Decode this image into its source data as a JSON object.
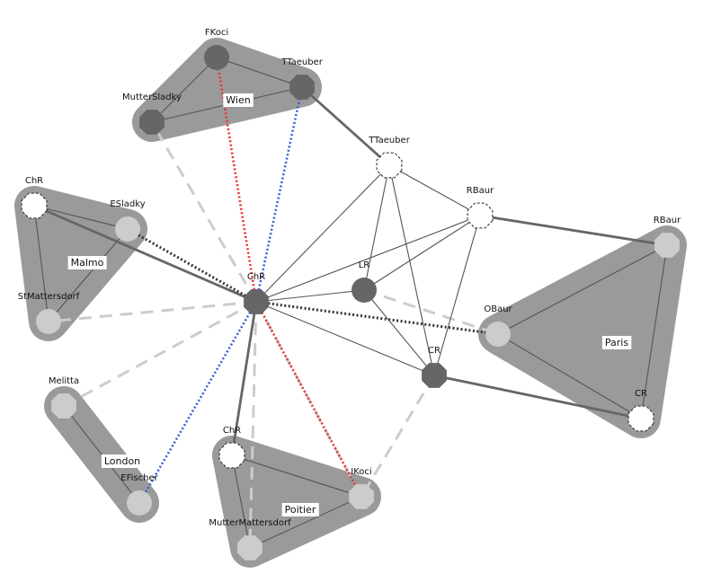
{
  "colors": {
    "group_fill": "#9a9a9a",
    "node_dark": "#666666",
    "node_light": "#cccccc",
    "node_white": "#ffffff",
    "edge_thin": "#555555",
    "edge_thick": "#666666",
    "edge_dashed_gray": "#cccccc",
    "edge_red_dotted": "#e8322f",
    "edge_blue_dotted": "#3a5fd9",
    "edge_black_dotted": "#333333"
  },
  "groups": [
    {
      "id": "wien",
      "label": "Wien",
      "members": [
        "fkoci",
        "ttaeuber_w",
        "muttersladky"
      ]
    },
    {
      "id": "malmo",
      "label": "Malmo",
      "members": [
        "chr_m",
        "esladky",
        "stmattersdorf"
      ]
    },
    {
      "id": "london",
      "label": "London",
      "members": [
        "melitta",
        "efischer"
      ]
    },
    {
      "id": "poitier",
      "label": "Poitier",
      "members": [
        "chr_p",
        "ikoci",
        "muttermattersdorf"
      ]
    },
    {
      "id": "paris",
      "label": "Paris",
      "members": [
        "obaur",
        "rbaur_p",
        "cr_p"
      ]
    }
  ],
  "nodes": [
    {
      "id": "fkoci",
      "label": "FKoci",
      "style": "dark",
      "shape": "circle"
    },
    {
      "id": "ttaeuber_w",
      "label": "TTaeuber",
      "style": "dark",
      "shape": "octagon"
    },
    {
      "id": "muttersladky",
      "label": "MutterSladky",
      "style": "dark",
      "shape": "octagon"
    },
    {
      "id": "ttaeuber_c",
      "label": "TTaeuber",
      "style": "white",
      "shape": "octagon"
    },
    {
      "id": "rbaur_c",
      "label": "RBaur",
      "style": "white",
      "shape": "octagon"
    },
    {
      "id": "chr_m",
      "label": "ChR",
      "style": "white",
      "shape": "octagon"
    },
    {
      "id": "esladky",
      "label": "ESladky",
      "style": "light",
      "shape": "circle"
    },
    {
      "id": "stmattersdorf",
      "label": "StMattersdorf",
      "style": "light",
      "shape": "circle"
    },
    {
      "id": "chr_center",
      "label": "ChR",
      "style": "dark",
      "shape": "octagon"
    },
    {
      "id": "lr",
      "label": "LR",
      "style": "dark",
      "shape": "circle"
    },
    {
      "id": "cr_c",
      "label": "CR",
      "style": "dark",
      "shape": "octagon"
    },
    {
      "id": "obaur",
      "label": "OBaur",
      "style": "light",
      "shape": "circle"
    },
    {
      "id": "rbaur_p",
      "label": "RBaur",
      "style": "light",
      "shape": "octagon"
    },
    {
      "id": "cr_p",
      "label": "CR",
      "style": "white",
      "shape": "octagon"
    },
    {
      "id": "melitta",
      "label": "Melitta",
      "style": "light",
      "shape": "octagon"
    },
    {
      "id": "efischer",
      "label": "EFischer",
      "style": "light",
      "shape": "circle"
    },
    {
      "id": "chr_p",
      "label": "ChR",
      "style": "white",
      "shape": "octagon"
    },
    {
      "id": "ikoci",
      "label": "IKoci",
      "style": "light",
      "shape": "octagon"
    },
    {
      "id": "muttermattersdorf",
      "label": "MutterMattersdorf",
      "style": "light",
      "shape": "octagon"
    }
  ],
  "edges": [
    {
      "s": "fkoci",
      "t": "ttaeuber_w",
      "type": "thin"
    },
    {
      "s": "fkoci",
      "t": "muttersladky",
      "type": "thin"
    },
    {
      "s": "ttaeuber_w",
      "t": "muttersladky",
      "type": "thin"
    },
    {
      "s": "chr_m",
      "t": "esladky",
      "type": "thin"
    },
    {
      "s": "chr_m",
      "t": "stmattersdorf",
      "type": "thin"
    },
    {
      "s": "esladky",
      "t": "stmattersdorf",
      "type": "thin"
    },
    {
      "s": "melitta",
      "t": "efischer",
      "type": "thin"
    },
    {
      "s": "chr_p",
      "t": "ikoci",
      "type": "thin"
    },
    {
      "s": "chr_p",
      "t": "muttermattersdorf",
      "type": "thin"
    },
    {
      "s": "ikoci",
      "t": "muttermattersdorf",
      "type": "thin"
    },
    {
      "s": "obaur",
      "t": "rbaur_p",
      "type": "thin"
    },
    {
      "s": "obaur",
      "t": "cr_p",
      "type": "thin"
    },
    {
      "s": "rbaur_p",
      "t": "cr_p",
      "type": "thin"
    },
    {
      "s": "ttaeuber_c",
      "t": "rbaur_c",
      "type": "thin"
    },
    {
      "s": "ttaeuber_c",
      "t": "chr_center",
      "type": "thin"
    },
    {
      "s": "ttaeuber_c",
      "t": "lr",
      "type": "thin"
    },
    {
      "s": "ttaeuber_c",
      "t": "cr_c",
      "type": "thin"
    },
    {
      "s": "rbaur_c",
      "t": "chr_center",
      "type": "thin"
    },
    {
      "s": "rbaur_c",
      "t": "lr",
      "type": "thin"
    },
    {
      "s": "rbaur_c",
      "t": "cr_c",
      "type": "thin"
    },
    {
      "s": "chr_center",
      "t": "lr",
      "type": "thin"
    },
    {
      "s": "chr_center",
      "t": "cr_c",
      "type": "thin"
    },
    {
      "s": "lr",
      "t": "cr_c",
      "type": "thin"
    },
    {
      "s": "ttaeuber_w",
      "t": "ttaeuber_c",
      "type": "thick"
    },
    {
      "s": "rbaur_c",
      "t": "rbaur_p",
      "type": "thick"
    },
    {
      "s": "cr_c",
      "t": "cr_p",
      "type": "thick"
    },
    {
      "s": "chr_m",
      "t": "chr_center",
      "type": "thick"
    },
    {
      "s": "chr_center",
      "t": "chr_p",
      "type": "thick"
    },
    {
      "s": "chr_center",
      "t": "muttersladky",
      "type": "dashed"
    },
    {
      "s": "chr_center",
      "t": "stmattersdorf",
      "type": "dashed"
    },
    {
      "s": "chr_center",
      "t": "melitta",
      "type": "dashed"
    },
    {
      "s": "chr_center",
      "t": "muttermattersdorf",
      "type": "dashed"
    },
    {
      "s": "chr_center",
      "t": "ikoci",
      "type": "dashed"
    },
    {
      "s": "lr",
      "t": "obaur",
      "type": "dashed"
    },
    {
      "s": "cr_c",
      "t": "ikoci",
      "type": "dashed"
    },
    {
      "s": "chr_center",
      "t": "fkoci",
      "type": "red"
    },
    {
      "s": "chr_center",
      "t": "ikoci",
      "type": "red"
    },
    {
      "s": "chr_center",
      "t": "ttaeuber_w",
      "type": "blue"
    },
    {
      "s": "chr_center",
      "t": "efischer",
      "type": "blue"
    },
    {
      "s": "chr_center",
      "t": "esladky",
      "type": "black"
    },
    {
      "s": "chr_center",
      "t": "obaur",
      "type": "black"
    }
  ]
}
